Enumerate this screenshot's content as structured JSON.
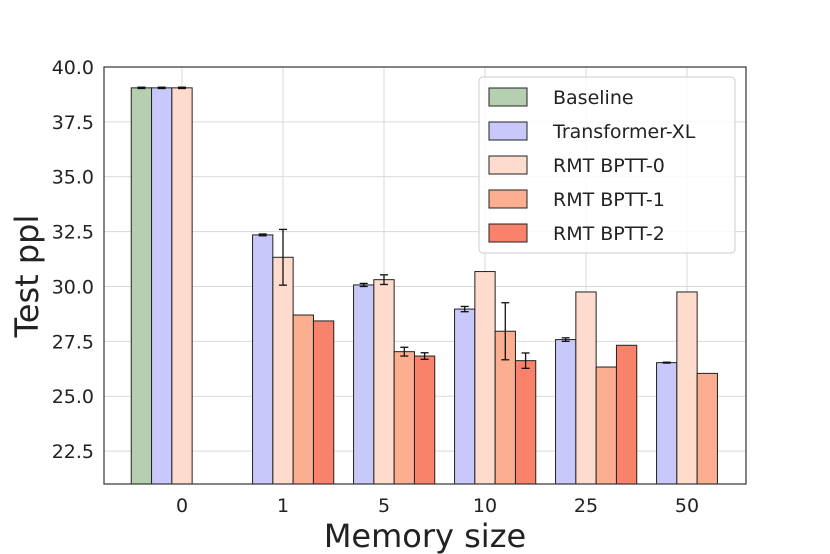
{
  "chart_data": {
    "type": "bar",
    "title": "",
    "xlabel": "Memory size",
    "ylabel": "Test ppl",
    "ylim": [
      21.0,
      40.0
    ],
    "yticks": [
      "22.5",
      "25.0",
      "27.5",
      "30.0",
      "32.5",
      "35.0",
      "37.5",
      "40.0"
    ],
    "categories": [
      "0",
      "1",
      "5",
      "10",
      "25",
      "50"
    ],
    "grid": true,
    "legend_position": "upper right",
    "series": [
      {
        "name": "Baseline",
        "color": "#b5cfb0",
        "values": [
          39.05,
          null,
          null,
          null,
          null,
          null
        ],
        "errors": [
          0.03,
          null,
          null,
          null,
          null,
          null
        ]
      },
      {
        "name": "Transformer-XL",
        "color": "#c8c8fa",
        "values": [
          39.05,
          32.35,
          30.07,
          28.97,
          27.58,
          26.53
        ],
        "errors": [
          0.03,
          0.04,
          0.07,
          0.12,
          0.08,
          0.02
        ]
      },
      {
        "name": "RMT BPTT-0",
        "color": "#fddccd",
        "values": [
          39.05,
          31.33,
          30.31,
          30.68,
          29.75,
          29.75
        ],
        "errors": [
          0.03,
          1.27,
          0.22,
          null,
          null,
          null
        ]
      },
      {
        "name": "RMT BPTT-1",
        "color": "#fcae91",
        "values": [
          null,
          28.7,
          27.03,
          27.96,
          26.33,
          26.04
        ],
        "errors": [
          null,
          null,
          0.2,
          1.3,
          null,
          null
        ]
      },
      {
        "name": "RMT BPTT-2",
        "color": "#f8826a",
        "values": [
          null,
          28.43,
          26.83,
          26.62,
          27.32,
          null
        ],
        "errors": [
          null,
          null,
          0.15,
          0.35,
          null,
          null
        ]
      }
    ]
  }
}
